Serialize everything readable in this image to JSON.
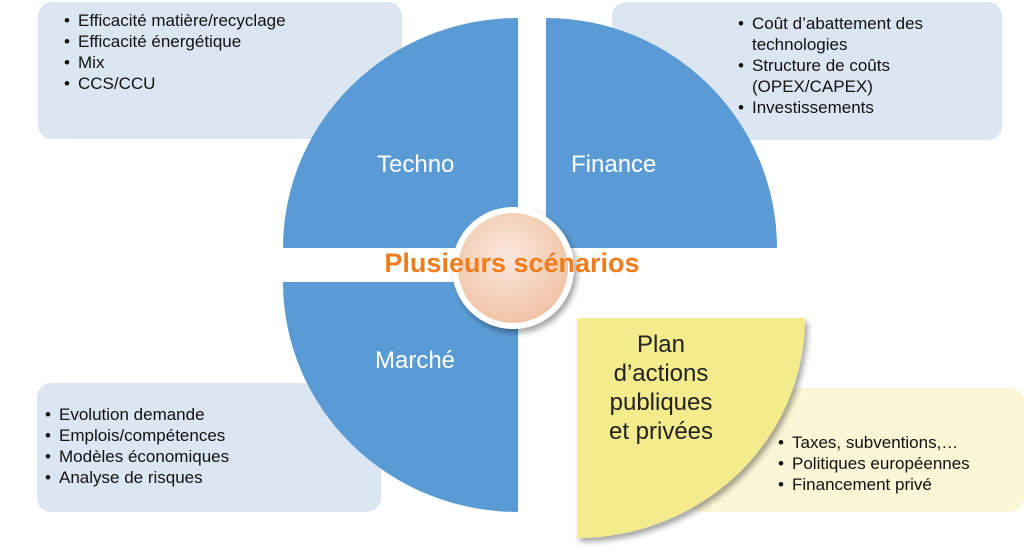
{
  "center": {
    "title": "Plusieurs scénarios"
  },
  "quadrants": {
    "techno": "Techno",
    "finance": "Finance",
    "marche": "Marché",
    "plan": [
      "Plan",
      "d’actions",
      "publiques",
      "et privées"
    ]
  },
  "boxes": {
    "techno_items": [
      "Efficacité matière/recyclage",
      "Efficacité énergétique",
      "Mix",
      "CCS/CCU"
    ],
    "finance_items": [
      "Coût d’abattement des technologies",
      "Structure de coûts (OPEX/CAPEX)",
      "Investissements"
    ],
    "marche_items": [
      "Evolution demande",
      "Emplois/compétences",
      "Modèles économiques",
      "Analyse de risques"
    ],
    "plan_items": [
      "Taxes, subventions,…",
      "Politiques européennes",
      "Financement privé"
    ]
  },
  "colors": {
    "quadrant_blue": "#5b9bd5",
    "quadrant_yellow": "#f4ec8c",
    "box_blue": "#dce6f2",
    "box_yellow": "#fbf6d6",
    "title_orange": "#f07c1c"
  }
}
